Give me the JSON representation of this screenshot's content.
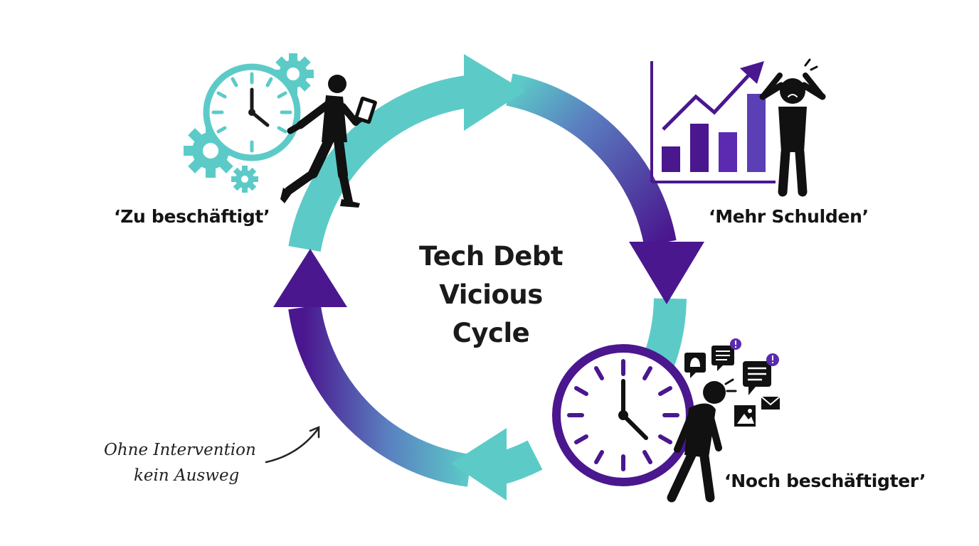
{
  "center": {
    "line1": "Tech Debt",
    "line2": "Vicious Cycle"
  },
  "stages": [
    {
      "label": "‘Zu beschäftigt’"
    },
    {
      "label": "‘Mehr Schulden’"
    },
    {
      "label": "‘Noch beschäftigter’"
    }
  ],
  "note": {
    "line1": "Ohne Intervention",
    "line2": "kein Ausweg"
  },
  "colors": {
    "teal": "#5ccbc8",
    "purple": "#4a178f",
    "violet": "#5b2ab0",
    "ink": "#111111"
  }
}
